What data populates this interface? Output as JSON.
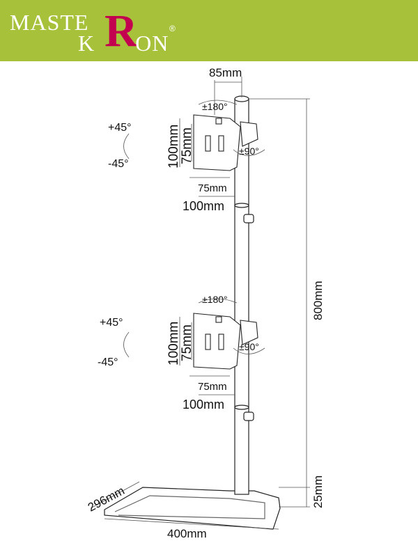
{
  "brand": {
    "line1": "MASTE",
    "r": "R",
    "line2_k": "K",
    "line2_on": "ON",
    "registered": "®"
  },
  "colors": {
    "header": "#a7c23a",
    "logo_r": "#c3004f"
  },
  "labels": {
    "top_offset": "85mm",
    "height": "800mm",
    "base_height": "25mm",
    "base_depth": "296mm",
    "base_width": "400mm",
    "upper": {
      "swivel": "±180°",
      "tilt_up": "+45°",
      "tilt_down": "-45°",
      "rotate": "±90°",
      "vesa_h_large": "100mm",
      "vesa_h_small": "75mm",
      "vesa_w_small": "75mm",
      "vesa_w_large": "100mm"
    },
    "lower": {
      "swivel": "±180°",
      "tilt_up": "+45°",
      "tilt_down": "-45°",
      "rotate": "±90°",
      "vesa_h_large": "100mm",
      "vesa_h_small": "75mm",
      "vesa_w_small": "75mm",
      "vesa_w_large": "100mm"
    }
  }
}
